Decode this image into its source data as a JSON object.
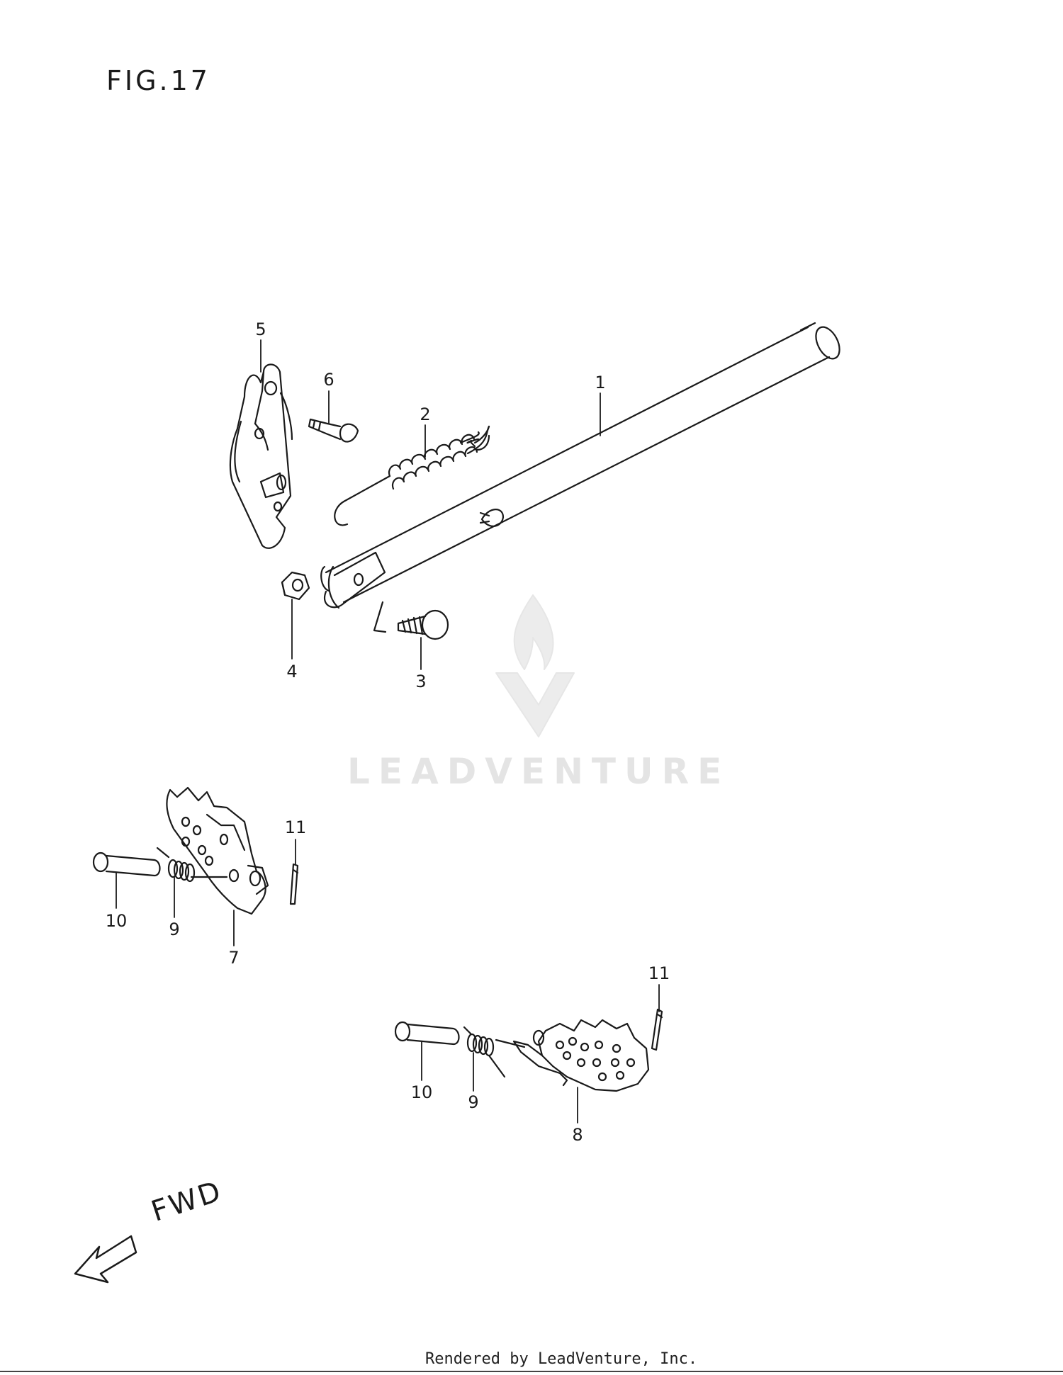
{
  "figure": {
    "title": "FIG.17",
    "fwd_label": "FWD",
    "watermark": "LEADVENTURE",
    "footer": "Rendered by LeadVenture, Inc."
  },
  "callouts": [
    {
      "id": "c1",
      "label": "1"
    },
    {
      "id": "c2",
      "label": "2"
    },
    {
      "id": "c3",
      "label": "3"
    },
    {
      "id": "c4",
      "label": "4"
    },
    {
      "id": "c5",
      "label": "5"
    },
    {
      "id": "c6",
      "label": "6"
    },
    {
      "id": "c7",
      "label": "7"
    },
    {
      "id": "c8",
      "label": "8"
    },
    {
      "id": "c9a",
      "label": "9"
    },
    {
      "id": "c9b",
      "label": "9"
    },
    {
      "id": "c10a",
      "label": "10"
    },
    {
      "id": "c10b",
      "label": "10"
    },
    {
      "id": "c11a",
      "label": "11"
    },
    {
      "id": "c11b",
      "label": "11"
    }
  ],
  "colors": {
    "line": "#1a1a1a",
    "watermark": "#e4e4e4"
  }
}
